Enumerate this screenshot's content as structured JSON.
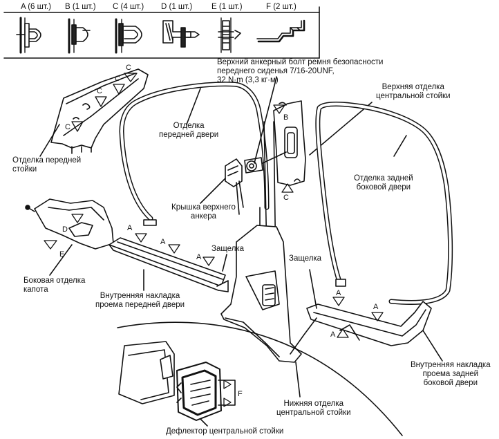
{
  "legend": [
    {
      "key": "A",
      "text": "A (6 шт.)"
    },
    {
      "key": "B",
      "text": "B (1 шт.)"
    },
    {
      "key": "C",
      "text": "C (4 шт.)"
    },
    {
      "key": "D",
      "text": "D (1 шт.)"
    },
    {
      "key": "E",
      "text": "E (1 шт.)"
    },
    {
      "key": "F",
      "text": "F (2 шт.)"
    }
  ],
  "labels": {
    "front_pillar_trim": [
      "Отделка передней",
      "стойки"
    ],
    "front_door_trim": [
      "Отделка",
      "передней двери"
    ],
    "anchor_bolt": [
      "Верхний анкерный болт ремня безопасности",
      "переднего сиденья 7/16-20UNF,",
      "32 N·m (3,3 кг·м)"
    ],
    "upper_center_pillar": [
      "Верхняя отделка",
      "центральной стойки"
    ],
    "rear_door_trim": [
      "Отделка задней",
      "боковой двери"
    ],
    "anchor_cover": [
      "Крышка верхнего",
      "анкера"
    ],
    "latch_left": "Защелка",
    "latch_right": "Защелка",
    "side_hood_trim": [
      "Боковая отделка",
      "капота"
    ],
    "front_sill": [
      "Внутренняя накладка",
      "проема передней двери"
    ],
    "rear_sill": [
      "Внутренняя накладка",
      "проема задней",
      "боковой двери"
    ],
    "lower_center_pillar": [
      "Нижняя отделка",
      "центральной стойки"
    ],
    "deflector": "Дефлектор центральной стойки"
  },
  "callouts": {
    "A": "A",
    "B": "B",
    "C": "C",
    "D": "D",
    "E": "E",
    "F": "F"
  }
}
